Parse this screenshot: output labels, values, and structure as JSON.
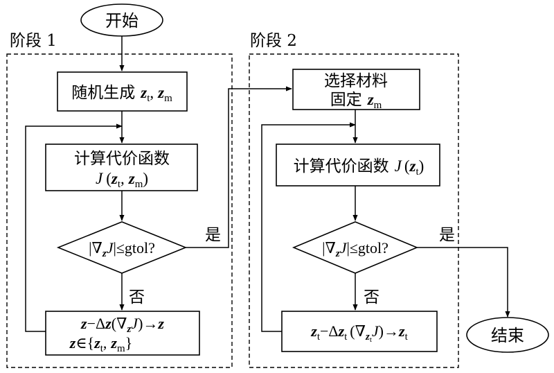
{
  "stage1": {
    "label": "阶段 1",
    "start": "开始",
    "init_text": "随机生成",
    "cost_label": "计算代价函数",
    "cond_text": "≤gtol?",
    "yes": "是",
    "no": "否"
  },
  "stage2": {
    "label": "阶段 2",
    "select_line1": "选择材料",
    "select_line2": "固定",
    "cost_label": "计算代价函数",
    "cond_text": "≤gtol?",
    "yes": "是",
    "no": "否",
    "end": "结束"
  },
  "math": {
    "z": "z",
    "t": "t",
    "m": "m",
    "J": "J",
    "nabla": "∇",
    "delta": "Δ",
    "minus": "−",
    "arrow": "→",
    "in": "∈",
    "comma": ",",
    "lparen": "(",
    "rparen": ")",
    "lbrace": "{",
    "rbrace": "}",
    "bar": "|"
  }
}
